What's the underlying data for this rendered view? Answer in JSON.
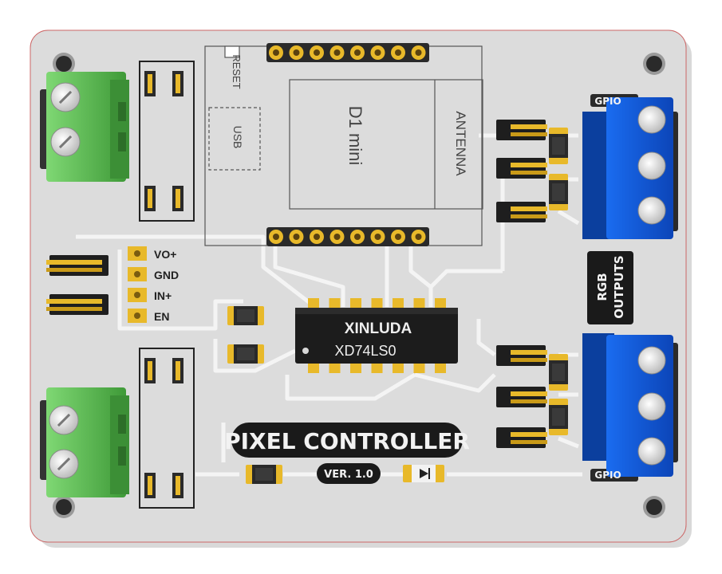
{
  "board": {
    "title": "PIXEL CONTROLLER",
    "version": "VER. 1.0",
    "colors": {
      "pcb": "#dcdcdc",
      "trace": "#f2f2f2",
      "gold": "#e8b92a",
      "terminal_green": "#5fbf55",
      "terminal_blue": "#1560e0",
      "chip": "#1c1c1c"
    }
  },
  "module": {
    "name": "D1 mini",
    "antenna": "ANTENNA",
    "usb": "USB",
    "reset": "RESET"
  },
  "chip": {
    "brand": "XINLUDA",
    "part": "XD74LS0"
  },
  "pins": {
    "vo": "VO+",
    "gnd": "GND",
    "in": "IN+",
    "en": "EN"
  },
  "outputs": {
    "label_line1": "RGB",
    "label_line2": "OUTPUTS",
    "gpio_top": "GPIO",
    "gpio_bottom": "GPIO"
  },
  "icons": [
    "mounting-hole-icon",
    "diode-icon",
    "screw-terminal-icon",
    "pin-header-icon",
    "smd-resistor-icon"
  ]
}
